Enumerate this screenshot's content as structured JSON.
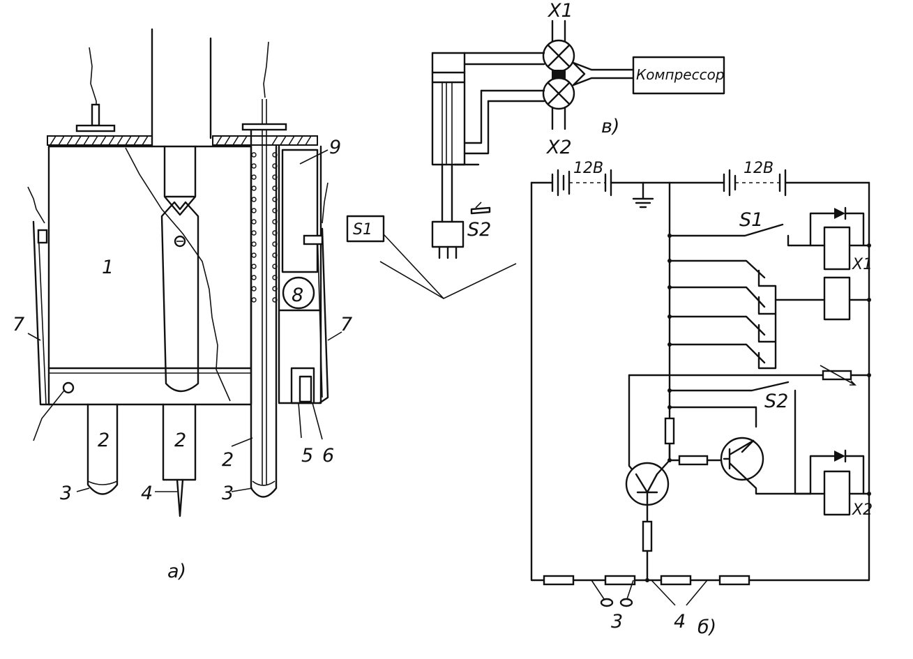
{
  "figure_a": {
    "caption": "а)",
    "labels": {
      "body": "1",
      "tube_left": "2",
      "tube_mid": "2",
      "tube_right": "2",
      "tip_left": "3",
      "needle": "4",
      "tip_right": "3",
      "part5": "5",
      "part6": "6",
      "clip_left": "7",
      "clip_right": "7",
      "coil": "9",
      "circle": "8"
    }
  },
  "figure_b": {
    "caption": "б)",
    "battery_left": "12В",
    "battery_right": "12В",
    "switch_s1": "S1",
    "switch_s2": "S2",
    "relay_x1": "X1",
    "relay_x2": "X2",
    "probe_3": "3",
    "probe_4": "4",
    "callout_box": "S1"
  },
  "figure_v": {
    "caption": "в)",
    "valve_x1": "X1",
    "valve_x2": "X2",
    "compressor": "Компрессор",
    "switch_s2": "S2"
  }
}
